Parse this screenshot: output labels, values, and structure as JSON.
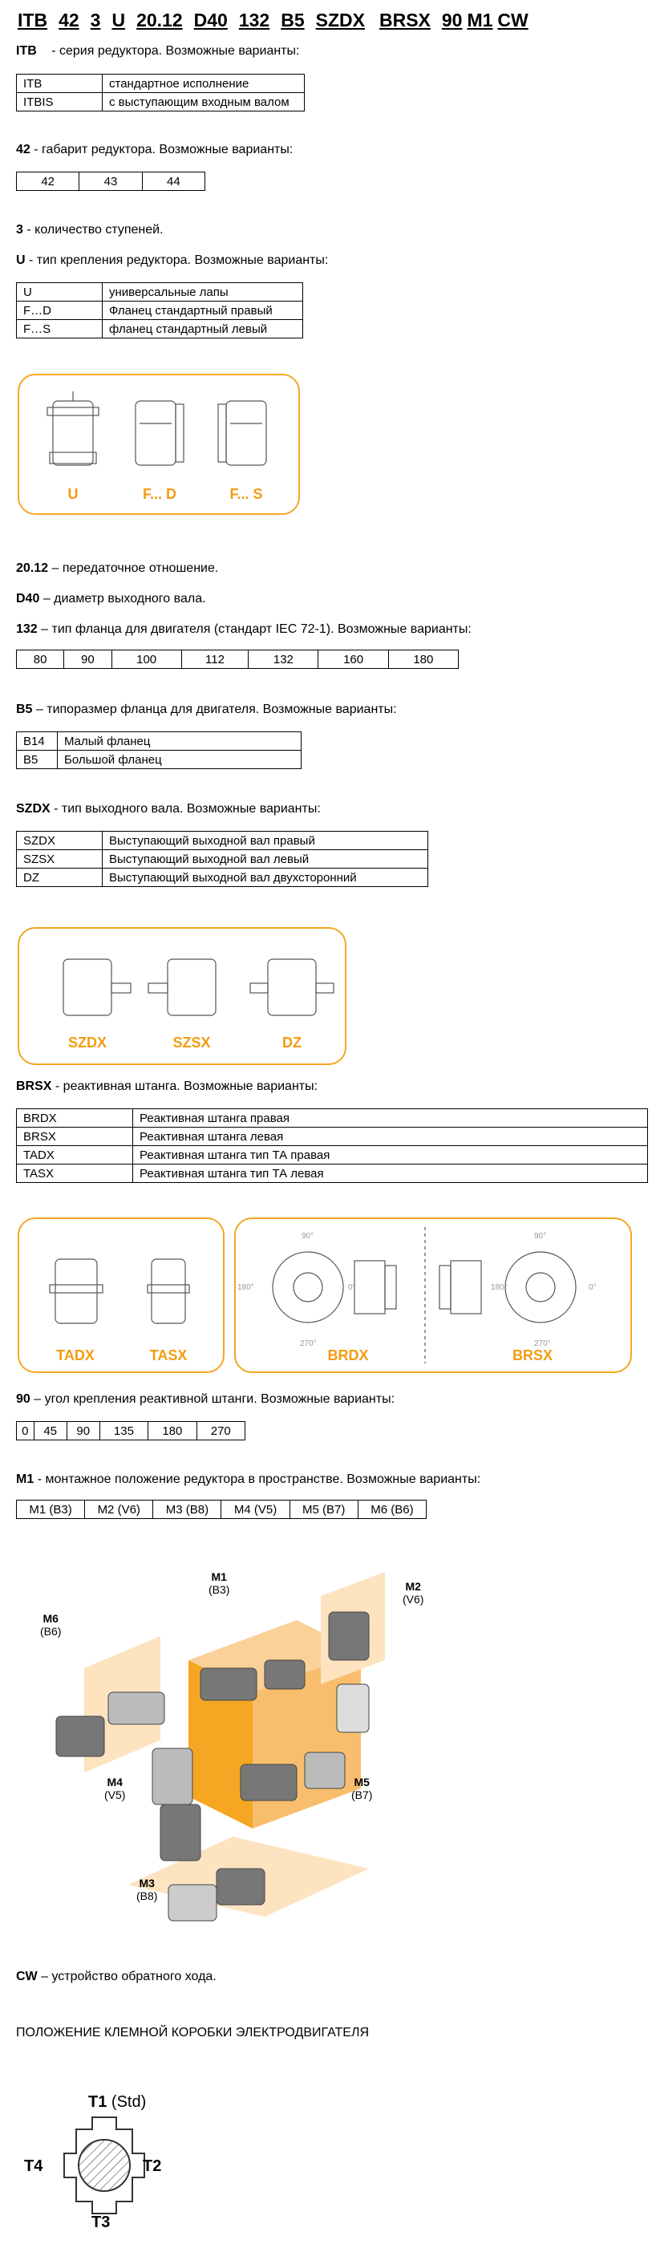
{
  "code": [
    "ITB",
    "42",
    "3",
    "U",
    "20.12",
    "D40",
    "132",
    "B5",
    "SZDX",
    "BRSX",
    "90",
    "M1",
    "CW"
  ],
  "itb": {
    "key": "ITB",
    "desc": "- серия редуктора. Возможные варианты:",
    "rows": [
      [
        "ITB",
        "стандартное исполнение"
      ],
      [
        "ITBIS",
        "с выступающим входным валом"
      ]
    ]
  },
  "size": {
    "key": "42",
    "desc": "- габарит редуктора. Возможные варианты:",
    "values": [
      "42",
      "43",
      "44"
    ]
  },
  "stages": {
    "key": "3",
    "desc": "- количество ступеней."
  },
  "mount": {
    "key": "U",
    "desc": "- тип крепления редуктора. Возможные варианты:",
    "rows": [
      [
        "U",
        "универсальные лапы"
      ],
      [
        "F…D",
        "Фланец стандартный правый"
      ],
      [
        "F…S",
        "фланец стандартный левый"
      ]
    ],
    "labels": [
      "U",
      "F... D",
      "F... S"
    ]
  },
  "ratio": {
    "key": "20.12",
    "desc": "– передаточное отношение."
  },
  "shaft": {
    "key": "D40",
    "desc": "– диаметр выходного вала."
  },
  "flange": {
    "key": "132",
    "desc": "– тип фланца для двигателя (стандарт IEC 72-1). Возможные варианты:",
    "values": [
      "80",
      "90",
      "100",
      "112",
      "132",
      "160",
      "180"
    ]
  },
  "b5": {
    "key": "B5",
    "desc": "– типоразмер фланца для двигателя. Возможные варианты:",
    "rows": [
      [
        "B14",
        "Малый фланец"
      ],
      [
        "B5",
        "Большой фланец"
      ]
    ]
  },
  "szdx": {
    "key": "SZDX",
    "desc": "- тип выходного вала. Возможные варианты:",
    "rows": [
      [
        "SZDX",
        "Выступающий выходной вал правый"
      ],
      [
        "SZSX",
        "Выступающий выходной вал левый"
      ],
      [
        "DZ",
        "Выступающий выходной вал двухсторонний"
      ]
    ],
    "labels": [
      "SZDX",
      "SZSX",
      "DZ"
    ]
  },
  "brsx": {
    "key": "BRSX",
    "desc": "- реактивная штанга. Возможные варианты:",
    "rows": [
      [
        "BRDX",
        "Реактивная штанга правая"
      ],
      [
        "BRSX",
        "Реактивная штанга левая"
      ],
      [
        "TADX",
        "Реактивная штанга тип ТА правая"
      ],
      [
        "TASX",
        "Реактивная штанга тип ТА левая"
      ]
    ],
    "labels": [
      "TADX",
      "TASX",
      "BRDX",
      "BRSX"
    ],
    "angles": [
      "90°",
      "180°",
      "0°",
      "270°",
      "90°",
      "0°",
      "180°",
      "270°"
    ]
  },
  "angle": {
    "key": "90",
    "desc": "– угол крепления реактивной штанги. Возможные варианты:",
    "values": [
      "0",
      "45",
      "90",
      "135",
      "180",
      "270"
    ]
  },
  "m1": {
    "key": "M1",
    "desc": "- монтажное положение редуктора в пространстве. Возможные варианты:",
    "values": [
      "M1 (B3)",
      "M2 (V6)",
      "M3 (B8)",
      "M4 (V5)",
      "M5 (B7)",
      "M6 (B6)"
    ],
    "positions": [
      {
        "m": "M1",
        "b": "(B3)"
      },
      {
        "m": "M2",
        "b": "(V6)"
      },
      {
        "m": "M3",
        "b": "(B8)"
      },
      {
        "m": "M4",
        "b": "(V5)"
      },
      {
        "m": "M5",
        "b": "(B7)"
      },
      {
        "m": "M6",
        "b": "(B6)"
      }
    ]
  },
  "cw": {
    "key": "CW",
    "desc": "– устройство обратного хода."
  },
  "terminal": {
    "title": "ПОЛОЖЕНИЕ КЛЕМНОЙ КОРОБКИ ЭЛЕКТРОДВИГАТЕЛЯ",
    "t1": "T1",
    "t1std": "(Std)",
    "t2": "T2",
    "t3": "T3",
    "t4": "T4"
  },
  "colors": {
    "accent": "#f39c12"
  }
}
